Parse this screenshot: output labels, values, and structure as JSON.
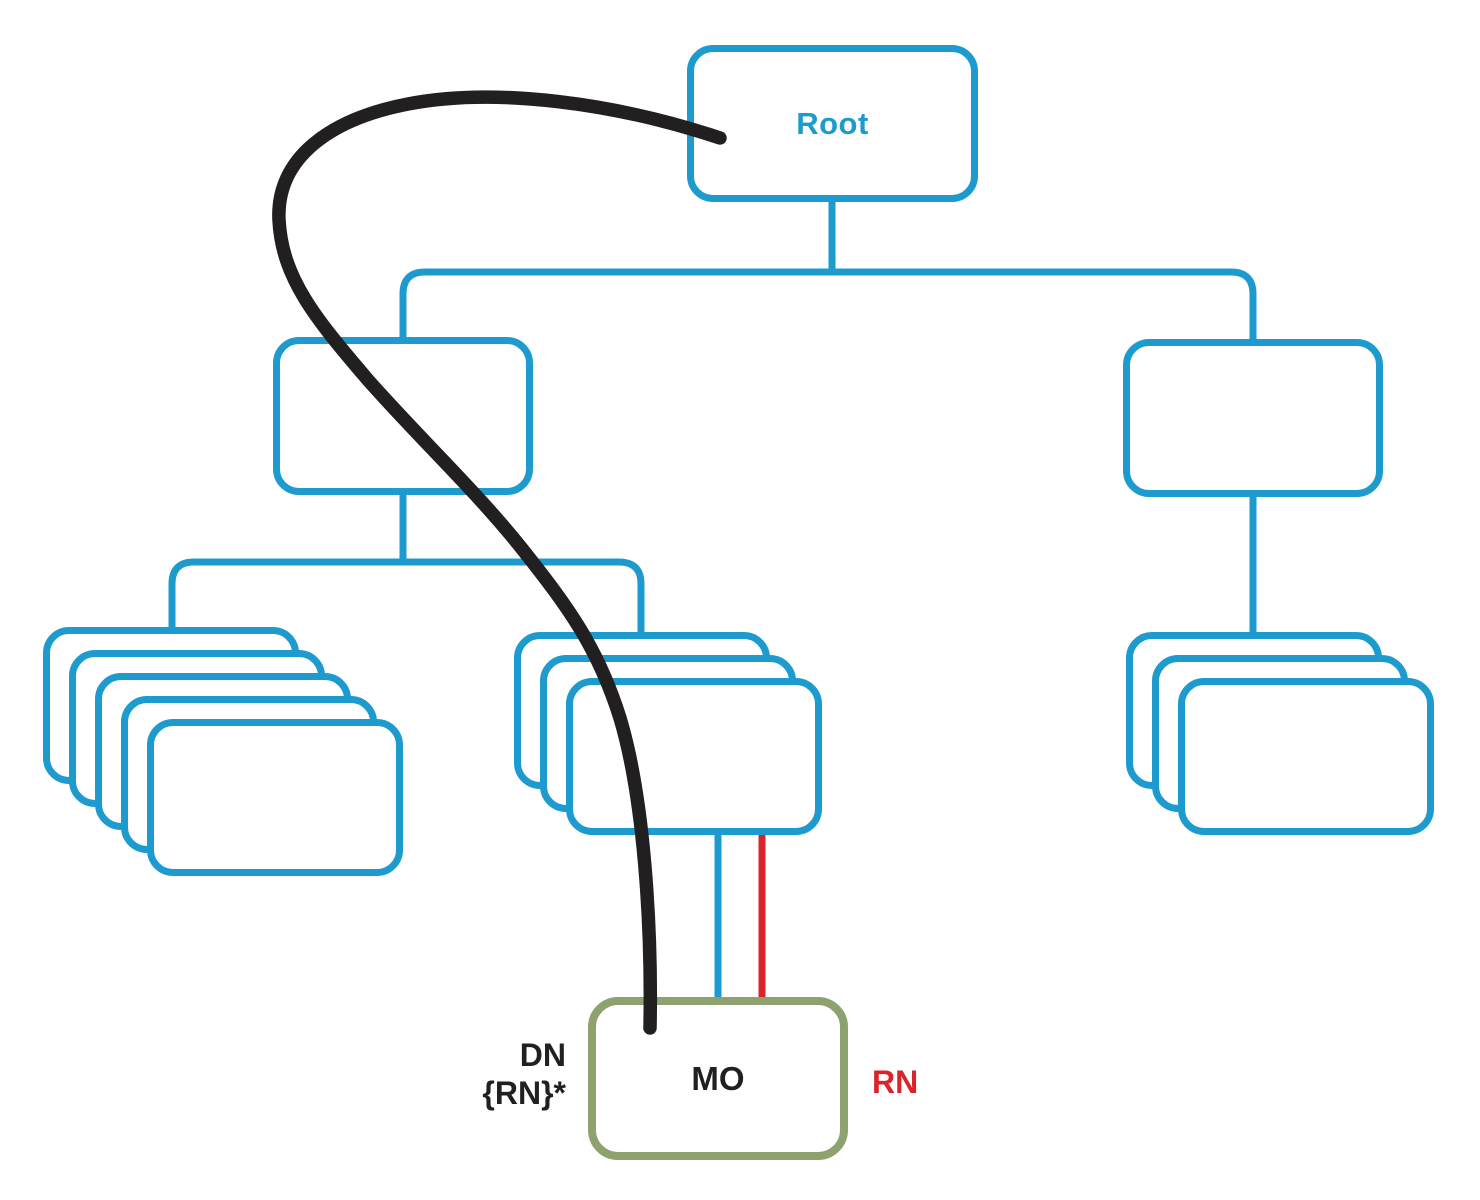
{
  "diagram": {
    "root_label": "Root",
    "mo_label": "MO",
    "dn_label": "DN",
    "rn_star_label": "{RN}*",
    "rn_label": "RN",
    "stacks": {
      "left": {
        "count": 5
      },
      "middle": {
        "count": 3
      },
      "right": {
        "count": 3
      }
    },
    "colors": {
      "node_outline": "#1e9bce",
      "mo_outline": "#8ea26f",
      "rn_red": "#d9242c",
      "curve_black": "#221f20",
      "label_text": "#221f20",
      "background": "#ffffff"
    }
  }
}
